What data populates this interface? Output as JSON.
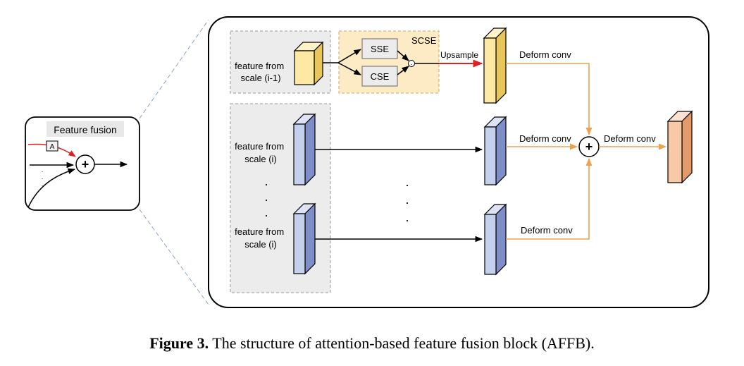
{
  "inset": {
    "title": "Feature fusion",
    "attention_label": "A",
    "sum_symbol": "+"
  },
  "block": {
    "input_prev": "feature from\nscale (i-1)",
    "input_cur_1": "feature from\nscale (i)",
    "input_cur_2": "feature from\nscale (i)",
    "scse_title": "SCSE",
    "sse": "SSE",
    "cse": "CSE",
    "upsample": "Upsample",
    "deform_top": "Deform conv",
    "deform_mid": "Deform conv",
    "deform_bottom": "Deform conv",
    "deform_out": "Deform conv",
    "sum_symbol": "+",
    "multiply_symbol": "·"
  },
  "caption": {
    "label": "Figure 3.",
    "text": "The structure of attention-based feature fusion block (AFFB)."
  },
  "colors": {
    "yellow_front": "#ffe8a3",
    "yellow_dark": "#e8c65a",
    "blue_front": "#c5d0ec",
    "blue_dark": "#7d8ec8",
    "orange_front": "#f8c9a6",
    "orange_dark": "#e39b6b",
    "arrow_orange": "#f0a050",
    "arrow_red": "#e02020",
    "scse_fill": "#fdebc6"
  }
}
